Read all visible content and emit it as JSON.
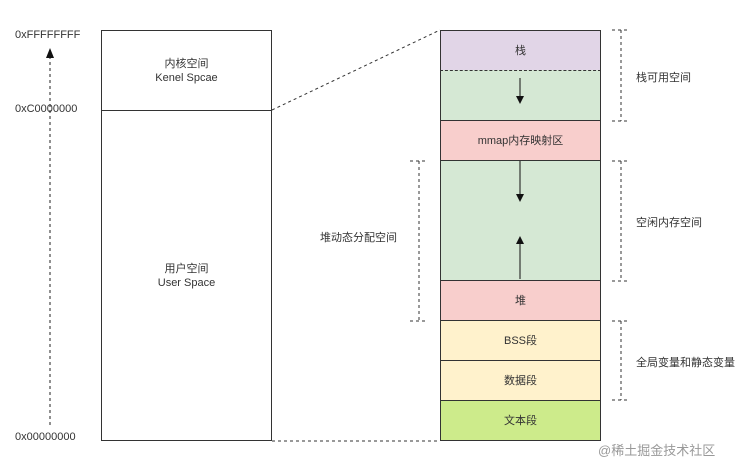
{
  "addresses": {
    "top": "0xFFFFFFFF",
    "kernel_boundary": "0xC0000000",
    "bottom": "0x00000000"
  },
  "left_memory": {
    "kernel": {
      "line1": "内核空间",
      "line2": "Kenel Spcae"
    },
    "user": {
      "line1": "用户空间",
      "line2": "User Space"
    }
  },
  "segments": {
    "stack": "栈",
    "mmap": "mmap内存映射区",
    "heap": "堆",
    "bss": "BSS段",
    "data": "数据段",
    "text": "文本段"
  },
  "annotations": {
    "heap_dynamic": "堆动态分配空间",
    "stack_available": "栈可用空间",
    "free_memory": "空闲内存空间",
    "globals_statics": "全局变量和静态变量"
  },
  "watermark": "@稀土掘金技术社区",
  "colors": {
    "stack": "#e1d5e7",
    "free": "#d5e8d4",
    "mmap_heap": "#f8cecc",
    "bss_data": "#fff2cc",
    "text": "#cdeb8b"
  }
}
